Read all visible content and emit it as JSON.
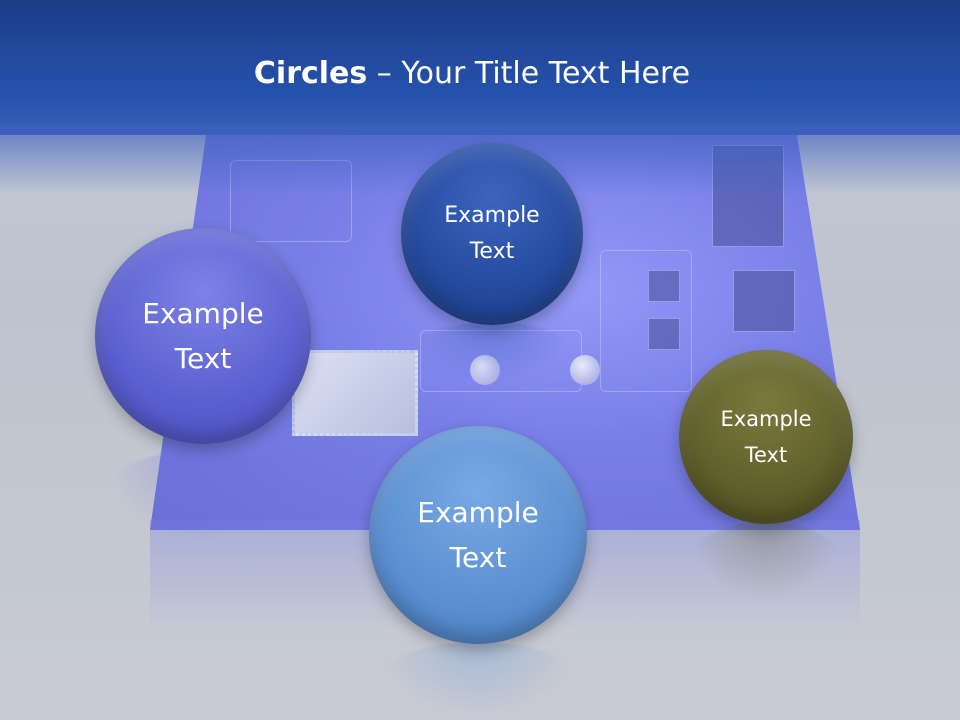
{
  "slide": {
    "title_bold": "Circles",
    "title_rest": " – Your Title Text Here",
    "circles": [
      {
        "label": "Example\nText",
        "color": "#5a5fd0"
      },
      {
        "label": "Example\nText",
        "color": "#244a9e"
      },
      {
        "label": "Example\nText",
        "color": "#5b8fd2"
      },
      {
        "label": "Example\nText",
        "color": "#5f5f2a"
      }
    ]
  },
  "colors": {
    "title_band": "#2652ad",
    "background": "#c9ced9",
    "board": "#6b72ea"
  }
}
